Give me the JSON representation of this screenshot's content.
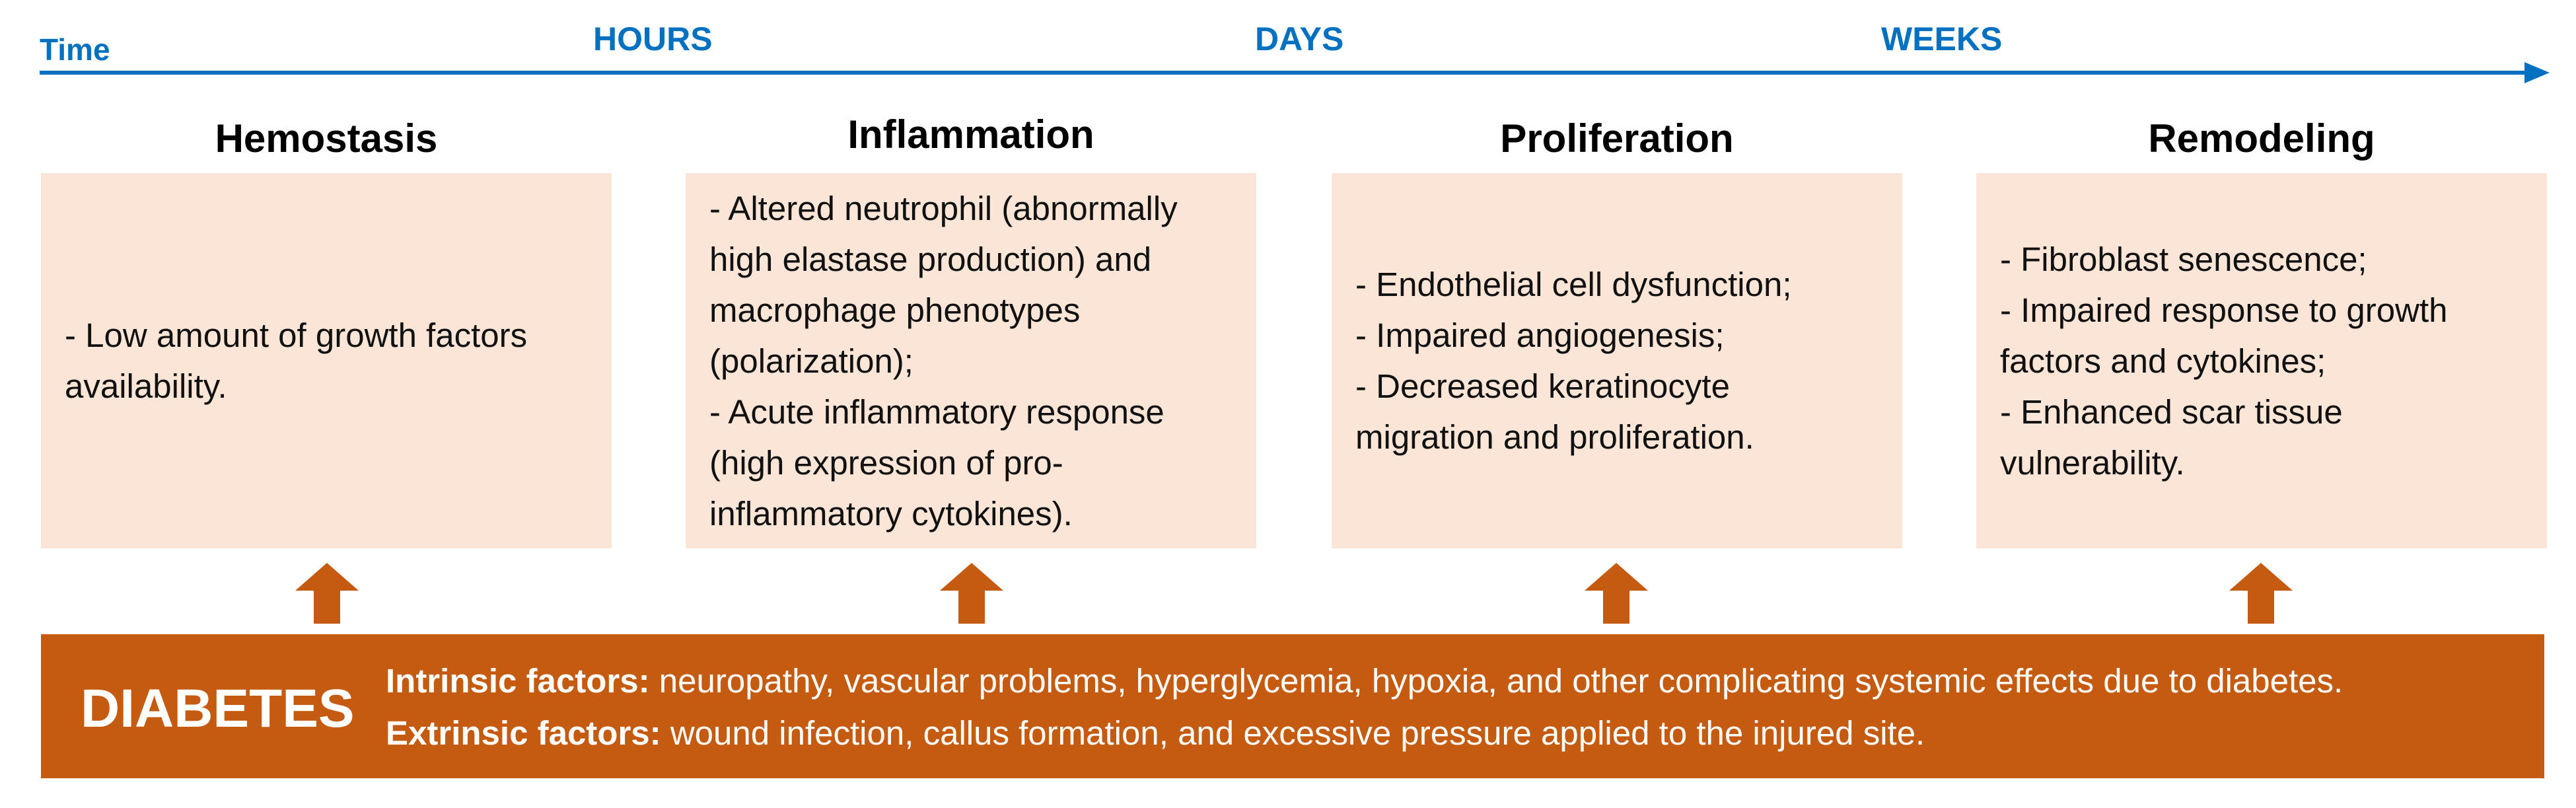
{
  "timeline": {
    "axis_label": "Time",
    "marks": [
      "HOURS",
      "DAYS",
      "WEEKS"
    ],
    "color": "#0070c0"
  },
  "phases": [
    {
      "title": "Hemostasis",
      "lines": [
        "- Low amount of growth factors",
        "availability."
      ]
    },
    {
      "title": "Inflammation",
      "lines": [
        "- Altered neutrophil (abnormally",
        "high elastase production) and",
        "macrophage phenotypes",
        "(polarization);",
        "- Acute inflammatory response",
        "(high expression of pro-",
        "inflammatory cytokines)."
      ]
    },
    {
      "title": "Proliferation",
      "lines": [
        "- Endothelial cell dysfunction;",
        "- Impaired angiogenesis;",
        "- Decreased keratinocyte",
        "migration and proliferation."
      ]
    },
    {
      "title": "Remodeling",
      "lines": [
        "- Fibroblast senescence;",
        "- Impaired response to growth",
        "factors and cytokines;",
        "- Enhanced scar tissue",
        "vulnerability."
      ]
    }
  ],
  "phase_box_color": "#fbe5d6",
  "arrow_color": "#c55a11",
  "diabetes": {
    "title": "DIABETES",
    "intrinsic_label": "Intrinsic factors:",
    "intrinsic_text": " neuropathy, vascular problems, hyperglycemia, hypoxia, and other complicating systemic effects due to diabetes.",
    "extrinsic_label": "Extrinsic factors:",
    "extrinsic_text": " wound infection, callus formation, and excessive pressure applied to the injured site.",
    "color": "#c55a11"
  }
}
